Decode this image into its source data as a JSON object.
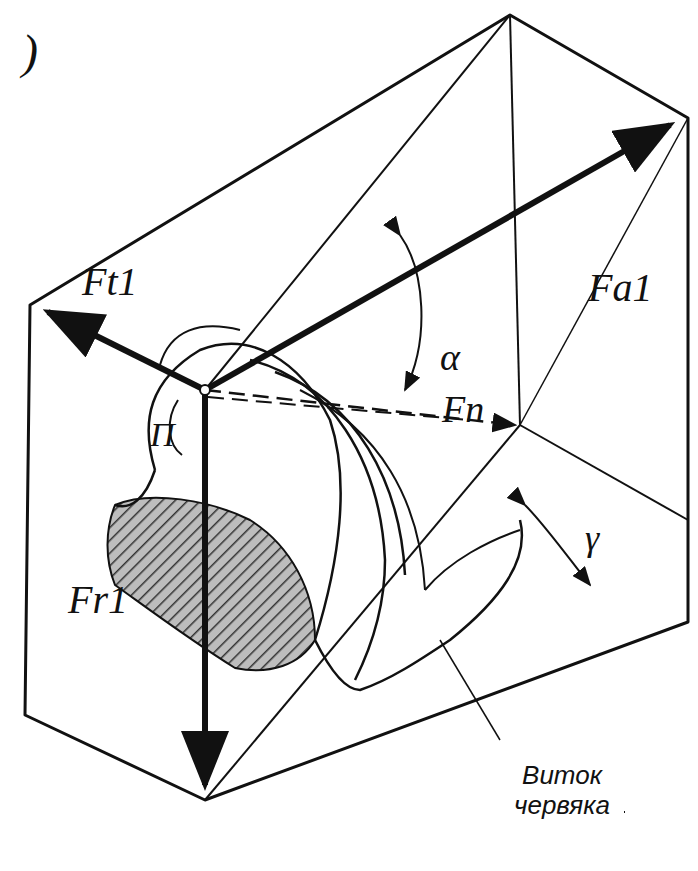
{
  "diagram": {
    "labels": [
      ")",
      "Ft1",
      "Fa1",
      "α",
      "Fn",
      "П",
      "γ",
      "Fr1",
      "Виток червяка"
    ]
  }
}
